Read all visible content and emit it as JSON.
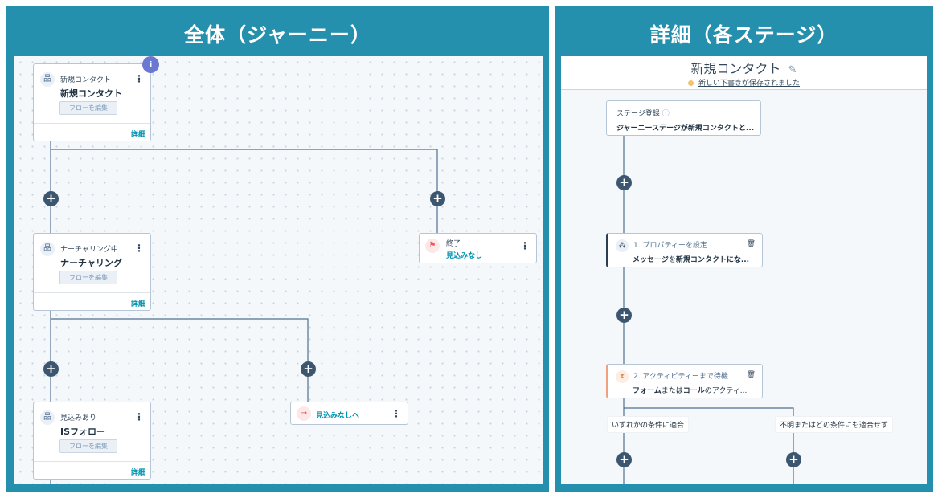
{
  "left_panel": {
    "title": "全体（ジャーニー）",
    "cards": [
      {
        "small": "新規コンタクト",
        "big": "新規コンタクト",
        "edit": "フローを編集",
        "detail": "詳細"
      },
      {
        "small": "ナーチャリング中",
        "big": "ナーチャリング",
        "edit": "フローを編集",
        "detail": "詳細"
      },
      {
        "small": "見込みあり",
        "big": "ISフォロー",
        "edit": "フローを編集",
        "detail": "詳細"
      }
    ],
    "info_badge": "i",
    "end_card": {
      "small": "終了",
      "link": "見込みなし"
    },
    "goto_card": {
      "link": "見込みなしへ"
    }
  },
  "right_panel": {
    "title": "詳細（各ステージ）",
    "stage_title": "新規コンタクト",
    "saved_status": "新しい下書きが保存されました",
    "enroll_card": {
      "label": "ステージ登録",
      "text": "ジャーニーステージが新規コンタクトと..."
    },
    "action1": {
      "label": "1. プロパティーを設定",
      "text_a": "メッセージ",
      "text_b": "を",
      "text_c": "新規コンタクトにな..."
    },
    "action2": {
      "label": "2. アクティビティーまで待機",
      "text_a": "フォーム",
      "text_b": "または",
      "text_c": "コール",
      "text_d": "のアクティ..."
    },
    "branches": [
      "いずれかの条件に適合",
      "不明またはどの条件にも適合せず"
    ]
  },
  "colors": {
    "panel": "#2590ad",
    "plus": "#3d5670",
    "link": "#0091ae",
    "badge": "#6a78d1"
  }
}
